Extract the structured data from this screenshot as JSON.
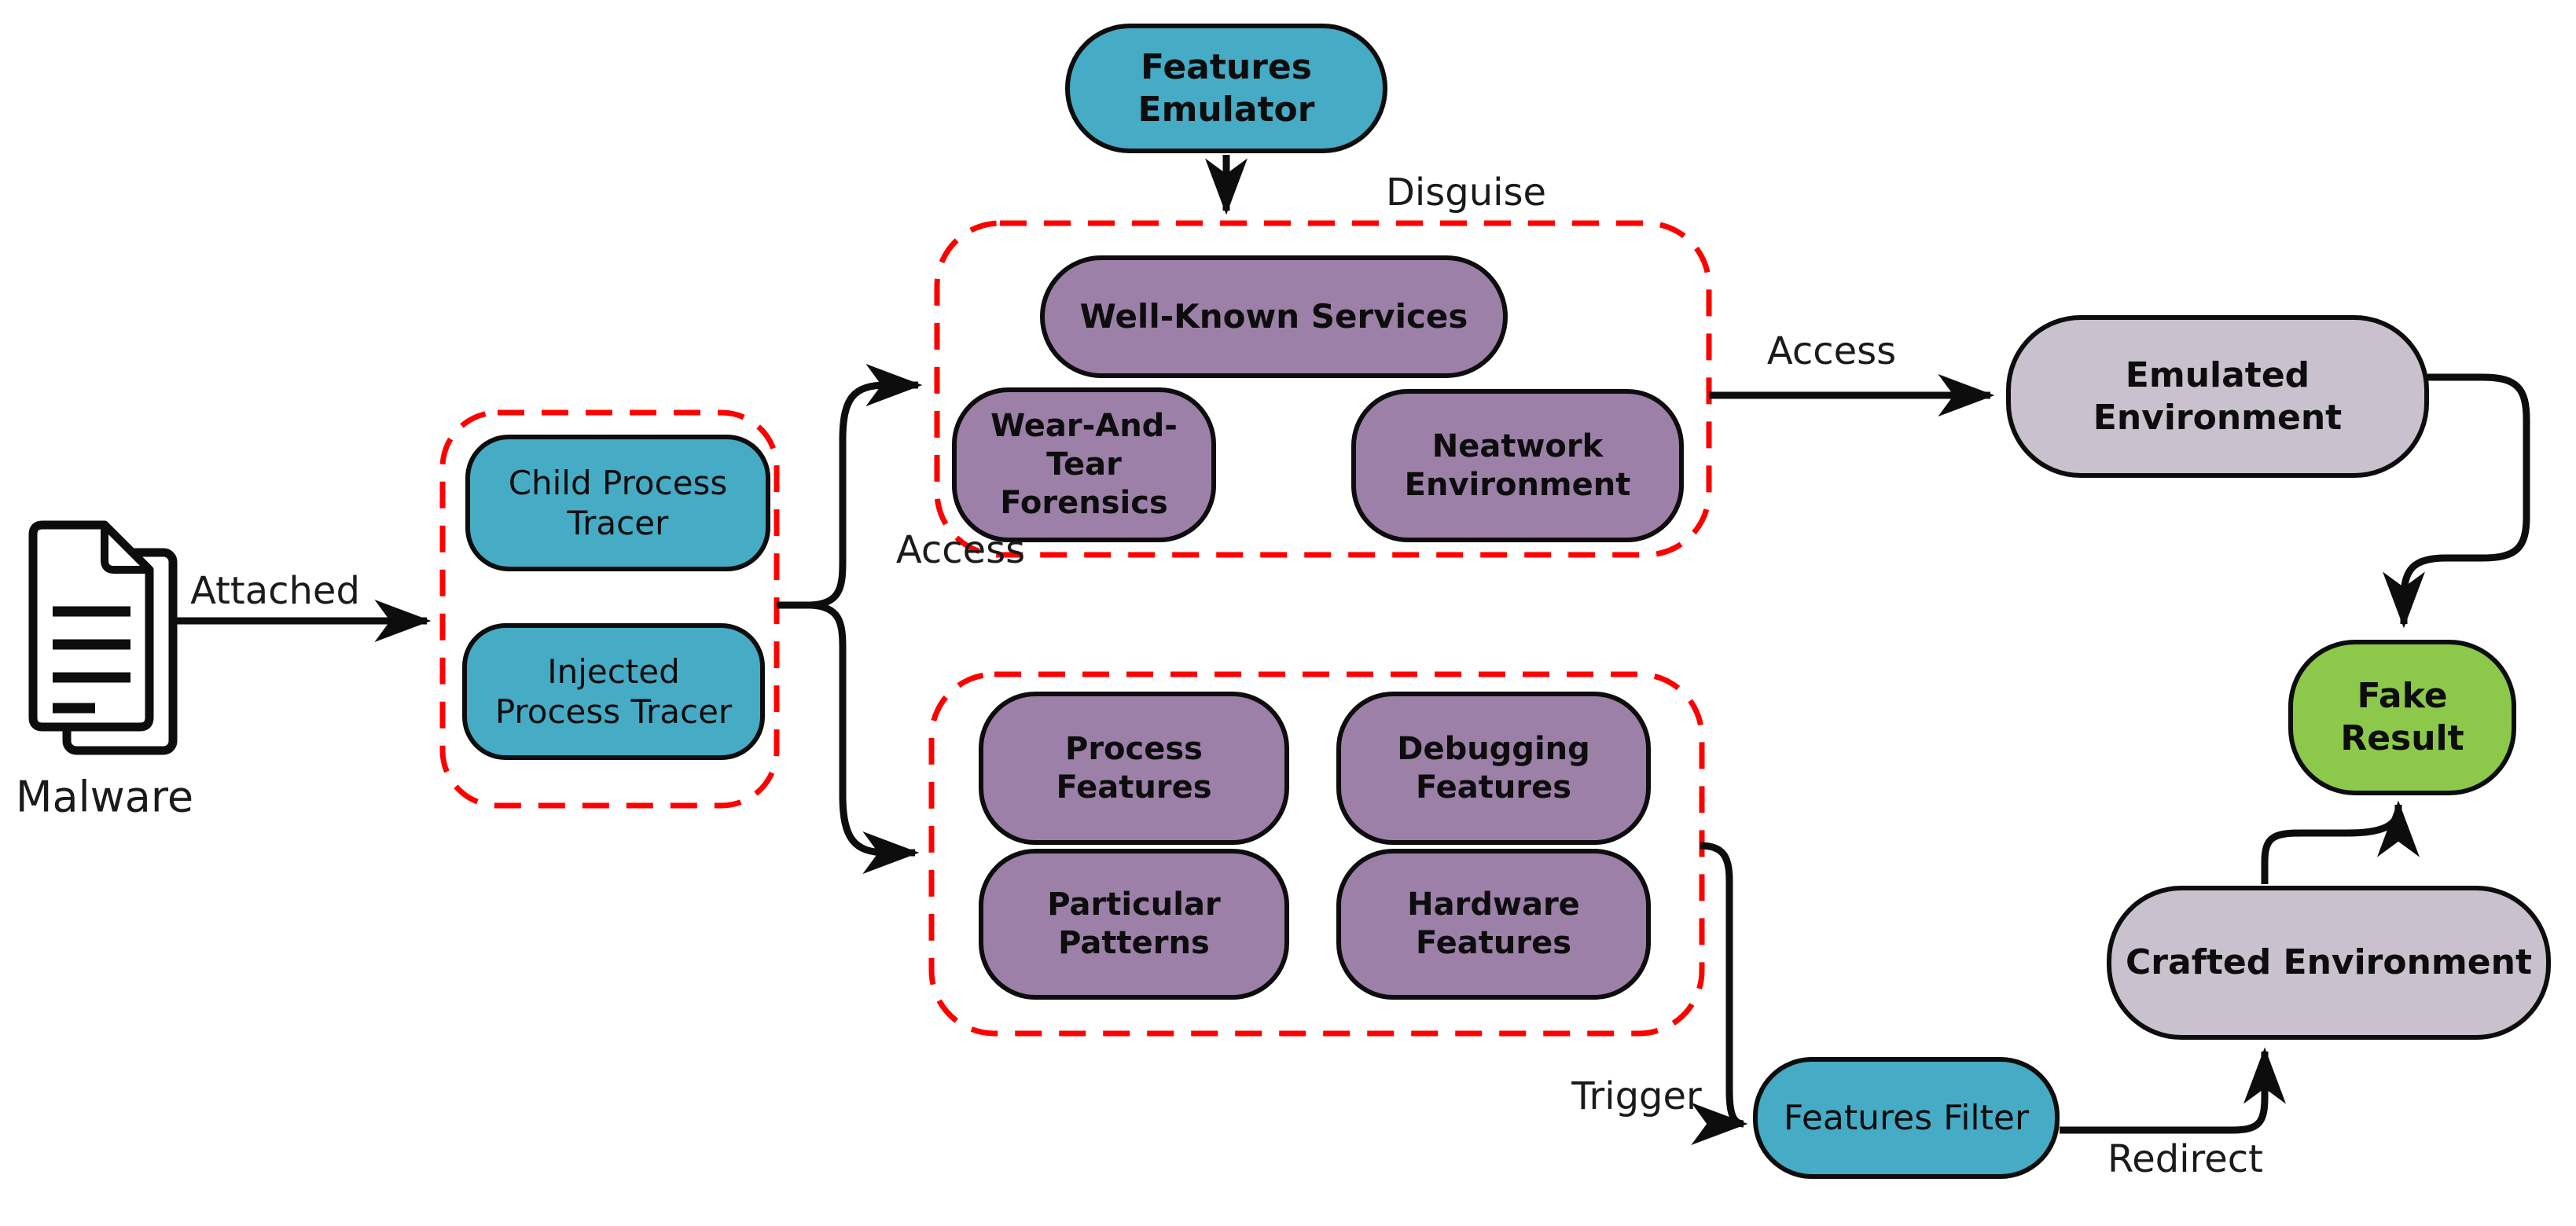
{
  "nodes": {
    "malware_label": "Malware",
    "child_tracer": "Child Process\nTracer",
    "injected_tracer": "Injected\nProcess Tracer",
    "features_emulator": "Features Emulator",
    "well_known_services": "Well-Known Services",
    "wear_and_tear_forensics": "Wear-And-Tear\nForensics",
    "neatwork_environment": "Neatwork\nEnvironment",
    "process_features": "Process\nFeatures",
    "debugging_features": "Debugging\nFeatures",
    "particular_patterns": "Particular\nPatterns",
    "hardware_features": "Hardware\nFeatures",
    "emulated_environment": "Emulated\nEnvironment",
    "fake_result": "Fake\nResult",
    "crafted_environment": "Crafted Environment",
    "features_filter": "Features Filter"
  },
  "edge_labels": {
    "attached": "Attached",
    "disguise": "Disguise",
    "access_mid": "Access",
    "access_top": "Access",
    "trigger": "Trigger",
    "redirect": "Redirect"
  },
  "edges": [
    {
      "from": "Malware",
      "to": "Process Tracers group",
      "label": "Attached"
    },
    {
      "from": "Features Emulator",
      "to": "Disguise group",
      "label": "Disguise"
    },
    {
      "from": "Process Tracers group",
      "to": "Disguise group",
      "label": "Access"
    },
    {
      "from": "Process Tracers group",
      "to": "Features group",
      "label": "Access"
    },
    {
      "from": "Disguise group",
      "to": "Emulated Environment",
      "label": "Access"
    },
    {
      "from": "Features group",
      "to": "Features Filter",
      "label": "Trigger"
    },
    {
      "from": "Features Filter",
      "to": "Crafted Environment",
      "label": "Redirect"
    },
    {
      "from": "Crafted Environment",
      "to": "Fake Result",
      "label": ""
    },
    {
      "from": "Emulated Environment",
      "to": "Fake Result",
      "label": ""
    }
  ],
  "colors": {
    "teal": "#46ABC5",
    "purple": "#9C80A8",
    "lavender": "#C9C1CD",
    "green": "#8CC94A",
    "dashed_border_red": "#FF0000",
    "line_black": "#0D0D0D"
  }
}
